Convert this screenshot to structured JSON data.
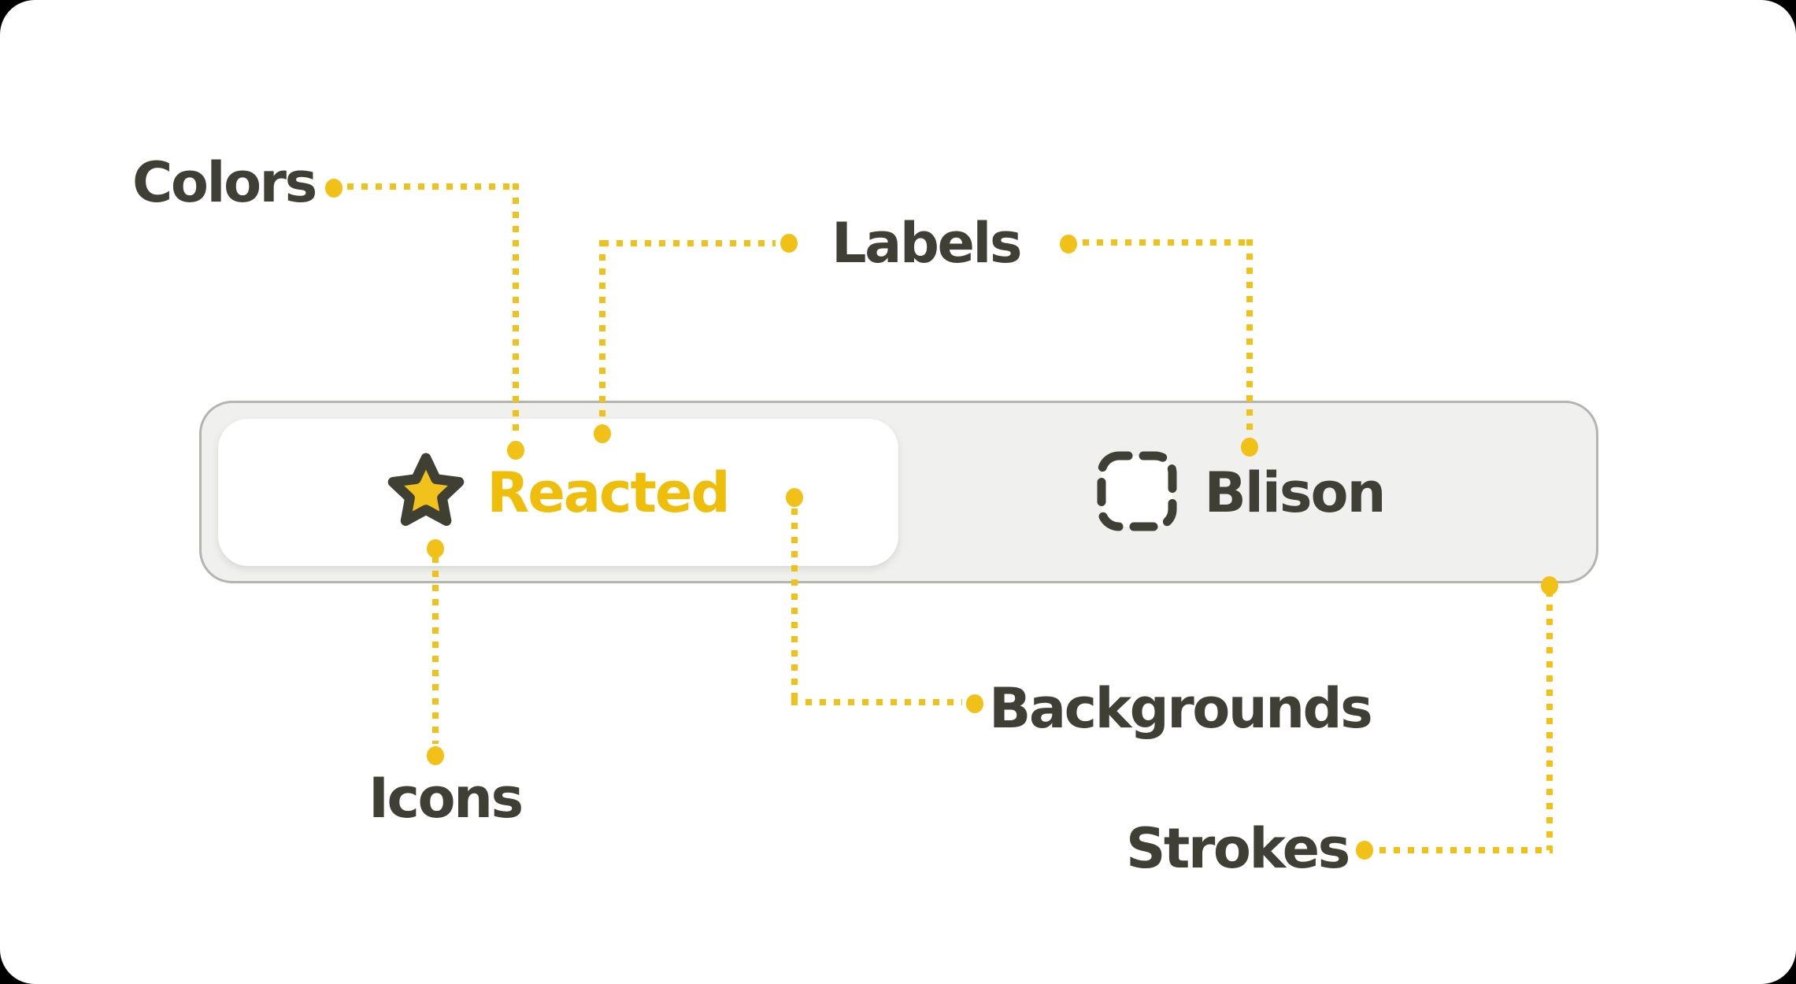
{
  "colors": {
    "accent": "#F1C117",
    "gold_text": "#EFBE0A",
    "dark_text": "#3F3F35",
    "container_bg": "#F0F0EE",
    "container_border": "#B5B5AF",
    "tab_bg": "#FFFFFF",
    "page_bg": "#FFFFFF"
  },
  "tabbar": {
    "tabs": [
      {
        "label": "Reacted",
        "icon": "star-icon",
        "state": "selected"
      },
      {
        "label": "Blison",
        "icon": "dashed-placeholder-icon",
        "state": "unselected"
      }
    ]
  },
  "annotations": {
    "colors": {
      "label": "Colors"
    },
    "labels": {
      "label": "Labels"
    },
    "icons": {
      "label": "Icons"
    },
    "backgrounds": {
      "label": "Backgrounds"
    },
    "strokes": {
      "label": "Strokes"
    }
  }
}
